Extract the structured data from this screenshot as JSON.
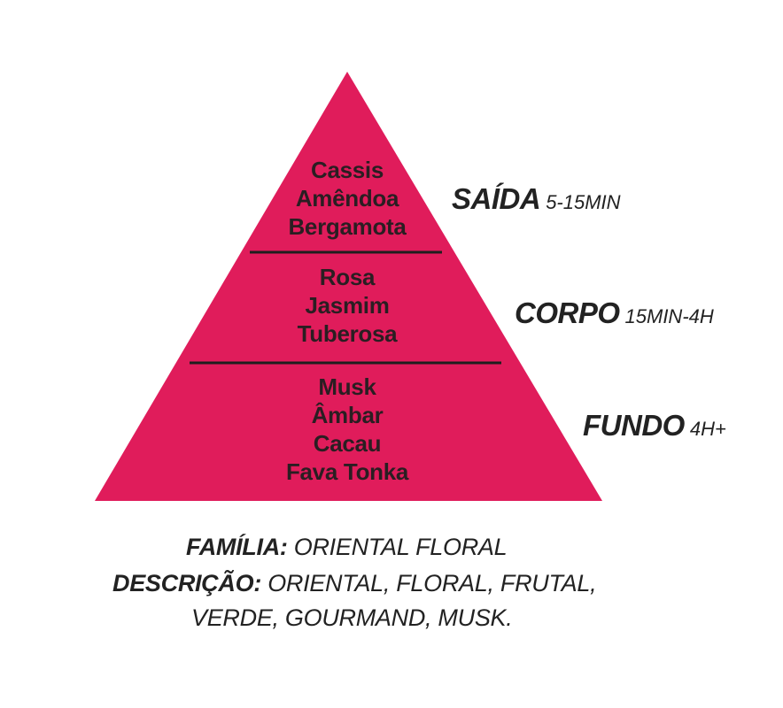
{
  "pyramid": {
    "fill_color": "#e01c5b",
    "divider_color": "#1e1e1e",
    "tiers": [
      {
        "name": "SAÍDA",
        "time": "5-15MIN",
        "notes": [
          "Cassis",
          "Amêndoa",
          "Bergamota"
        ]
      },
      {
        "name": "CORPO",
        "time": "15MIN-4H",
        "notes": [
          "Rosa",
          "Jasmim",
          "Tuberosa"
        ]
      },
      {
        "name": "FUNDO",
        "time": "4H+",
        "notes": [
          "Musk",
          "Âmbar",
          "Cacau",
          "Fava Tonka"
        ]
      }
    ]
  },
  "info": {
    "family_label": "FAMÍLIA:",
    "family_value": "ORIENTAL FLORAL",
    "description_label": "DESCRIÇÃO:",
    "description_line1": "ORIENTAL, FLORAL, FRUTAL,",
    "description_line2": "VERDE, GOURMAND, MUSK."
  }
}
